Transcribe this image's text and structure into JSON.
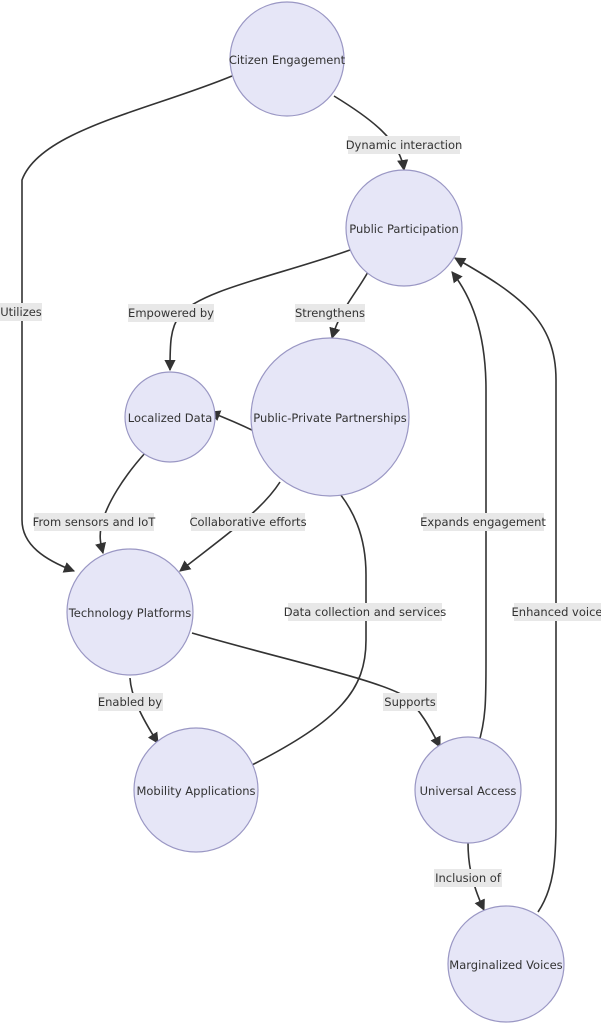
{
  "nodes": {
    "citizen": "Citizen Engagement",
    "public": "Public Participation",
    "localized": "Localized Data",
    "ppp": "Public-Private Partnerships",
    "tech": "Technology Platforms",
    "mobility": "Mobility Applications",
    "universal": "Universal Access",
    "marginalized": "Marginalized Voices"
  },
  "edges": {
    "dynamic": "Dynamic interaction",
    "utilizes": "Utilizes",
    "empowered": "Empowered by",
    "strengthens": "Strengthens",
    "sensors": "From sensors and IoT",
    "collaborative": "Collaborative efforts",
    "datacollection": "Data collection and services",
    "expands": "Expands engagement",
    "enhanced": "Enhanced voice",
    "enabled": "Enabled by",
    "supports": "Supports",
    "inclusion": "Inclusion of"
  }
}
